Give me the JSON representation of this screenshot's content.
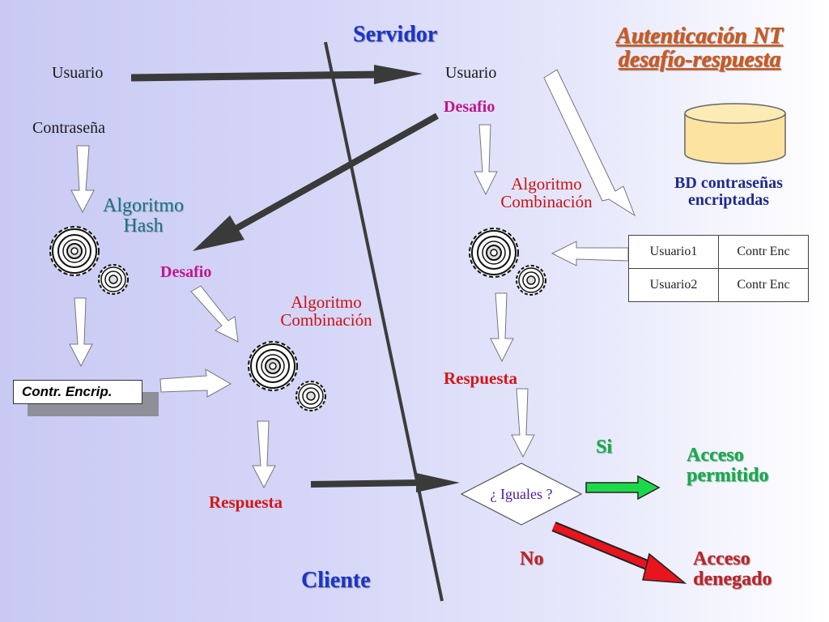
{
  "title": {
    "line1": "Autenticación NT",
    "line2": "desafío-respuesta"
  },
  "labels": {
    "servidor": "Servidor",
    "cliente": "Cliente",
    "usuario_client": "Usuario",
    "usuario_server": "Usuario",
    "contrasena": "Contraseña",
    "algoritmo_hash_1": "Algoritmo",
    "algoritmo_hash_2": "Hash",
    "desafio_server": "Desafio",
    "desafio_client": "Desafio",
    "algoritmo_comb_client_1": "Algoritmo",
    "algoritmo_comb_client_2": "Combinación",
    "algoritmo_comb_server_1": "Algoritmo",
    "algoritmo_comb_server_2": "Combinación",
    "contr_encrip": "Contr. Encrip.",
    "respuesta_client": "Respuesta",
    "respuesta_server": "Respuesta",
    "iguales": "¿ Iguales ?",
    "si": "Si",
    "no": "No",
    "acceso_permitido_1": "Acceso",
    "acceso_permitido_2": "permitido",
    "acceso_denegado_1": "Acceso",
    "acceso_denegado_2": "denegado",
    "bd_1": "BD contraseñas",
    "bd_2": "encriptadas"
  },
  "password_table": {
    "rows": [
      {
        "user": "Usuario1",
        "hash": "Contr Enc"
      },
      {
        "user": "Usuario2",
        "hash": "Contr Enc"
      }
    ]
  },
  "colors": {
    "accent_blue": "#1a35c9",
    "title_orange": "#d0581c",
    "allowed_green": "#1aa84c",
    "denied_red": "#e8141e",
    "database_fill": "#fce3a0"
  }
}
